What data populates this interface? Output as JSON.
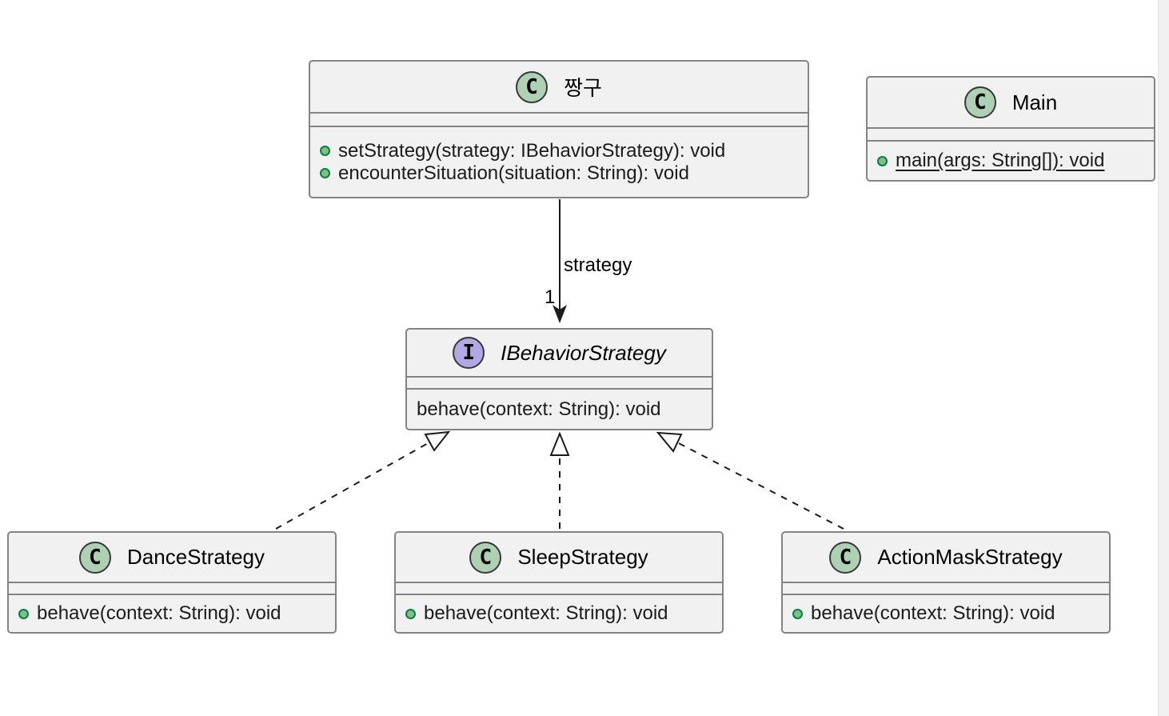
{
  "diagram": {
    "classes": {
      "jjanggu": {
        "kind": "class",
        "letter": "C",
        "name": "짱구",
        "methods": [
          {
            "text": "setStrategy(strategy: IBehaviorStrategy): void"
          },
          {
            "text": "encounterSituation(situation: String): void"
          }
        ]
      },
      "main": {
        "kind": "class",
        "letter": "C",
        "name": "Main",
        "methods": [
          {
            "text": "main(args: String[]): void",
            "static": true
          }
        ]
      },
      "ibehavior": {
        "kind": "interface",
        "letter": "I",
        "name": "IBehaviorStrategy",
        "methods": [
          {
            "text": "behave(context: String): void"
          }
        ]
      },
      "dance": {
        "kind": "class",
        "letter": "C",
        "name": "DanceStrategy",
        "methods": [
          {
            "text": "behave(context: String): void"
          }
        ]
      },
      "sleep": {
        "kind": "class",
        "letter": "C",
        "name": "SleepStrategy",
        "methods": [
          {
            "text": "behave(context: String): void"
          }
        ]
      },
      "actionmask": {
        "kind": "class",
        "letter": "C",
        "name": "ActionMaskStrategy",
        "methods": [
          {
            "text": "behave(context: String): void"
          }
        ]
      }
    },
    "edges": {
      "association": {
        "from": "짱구",
        "to": "IBehaviorStrategy",
        "label": "strategy",
        "multiplicity": "1",
        "style": "solid-arrow"
      },
      "realizations": [
        {
          "from": "DanceStrategy",
          "to": "IBehaviorStrategy",
          "style": "dashed-hollow-triangle"
        },
        {
          "from": "SleepStrategy",
          "to": "IBehaviorStrategy",
          "style": "dashed-hollow-triangle"
        },
        {
          "from": "ActionMaskStrategy",
          "to": "IBehaviorStrategy",
          "style": "dashed-hollow-triangle"
        }
      ]
    },
    "colors": {
      "box_fill": "#F1F1F1",
      "box_border": "#848484",
      "class_circle": "#ADD1B2",
      "interface_circle": "#B4A7E5",
      "method_bullet": "#84BE84",
      "line": "#1b1b1b"
    }
  }
}
